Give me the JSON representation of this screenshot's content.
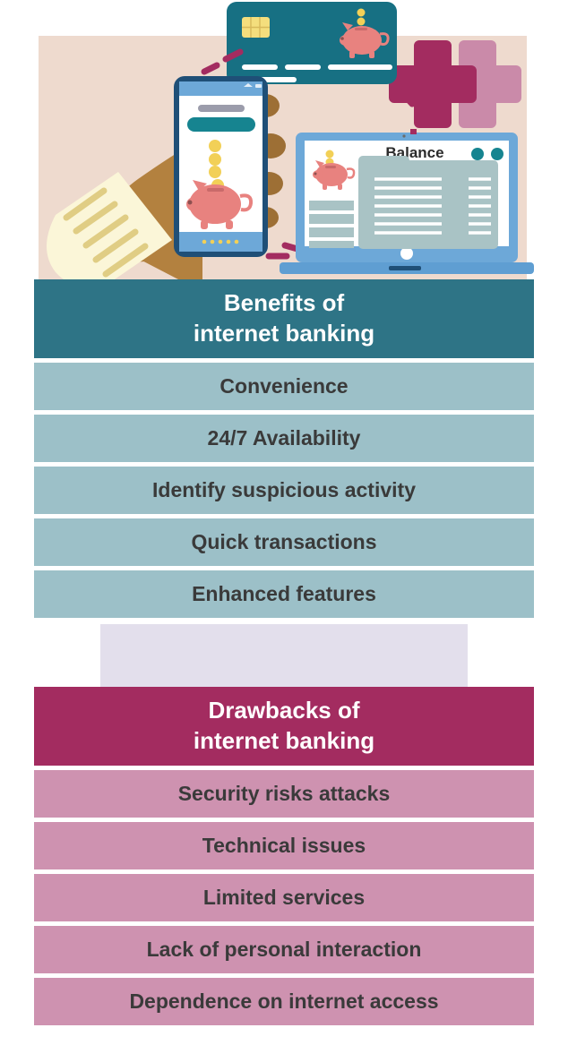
{
  "illustration": {
    "alt_name": "internet-banking-illustration",
    "background_color": "#eedace",
    "laptop": {
      "screen_title": "Balance",
      "frame_color": "#6da8d8",
      "dot_color": "#168490",
      "panel_color": "#a9c3c5"
    },
    "phone": {
      "frame_color": "#1f4f77",
      "bar_color": "#6da8d8",
      "button_color": "#168490",
      "coin_color": "#f2d057",
      "piggy_color": "#e8827f"
    },
    "credit_card": {
      "color": "#177083",
      "chip_color": "#f4de7d",
      "piggy_color": "#e8827f"
    },
    "cross_front_color": "#a32c60",
    "cross_back_color": "#ca8aa9",
    "hand_color": "#b3813f",
    "sleeve_color": "#fbf6d8",
    "dash_color": "#a32c60"
  },
  "benefits": {
    "title_line1": "Benefits of",
    "title_line2": "internet banking",
    "header_color": "#2e7486",
    "item_color": "#9cc0c8",
    "items": [
      "Convenience",
      "24/7 Availability",
      "Identify suspicious activity",
      "Quick transactions",
      "Enhanced features"
    ]
  },
  "drawbacks": {
    "title_line1": "Drawbacks of",
    "title_line2": "internet banking",
    "header_color": "#a32c60",
    "item_color": "#ce92b0",
    "items": [
      "Security risks attacks",
      "Technical issues",
      "Limited services",
      "Lack of personal interaction",
      "Dependence on internet access"
    ]
  },
  "connector": {
    "color": "#e3dfec"
  }
}
